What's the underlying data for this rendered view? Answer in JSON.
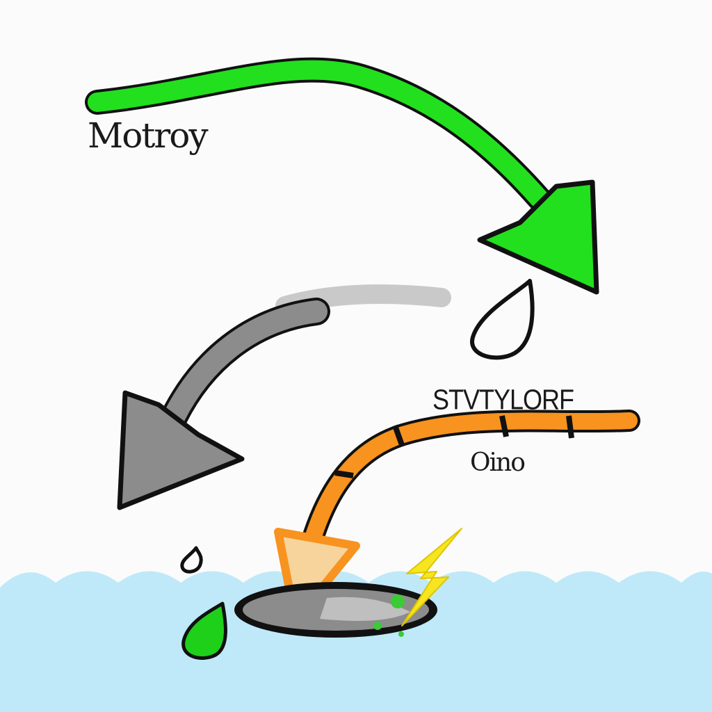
{
  "labels": {
    "top": "Motroy",
    "middle": "STVTYLORF",
    "bottom": "Oino"
  },
  "colors": {
    "background": "#fbfbfb",
    "water": "#bfe9f8",
    "green_arrow": "#22e01e",
    "gray_arrow": "#8c8c8c",
    "gray_trail": "#c9c9c9",
    "orange_arrow": "#f7931e",
    "orange_head": "#f6d49c",
    "lightning": "#f5e620",
    "outline": "#111111",
    "green_drop": "#1fd01a"
  },
  "icons": [
    "water-waves",
    "curved-green-arrow",
    "curved-gray-arrow",
    "curved-orange-arrow",
    "water-drop-icon",
    "green-drop-icon",
    "hole-icon",
    "lightning-icon"
  ]
}
